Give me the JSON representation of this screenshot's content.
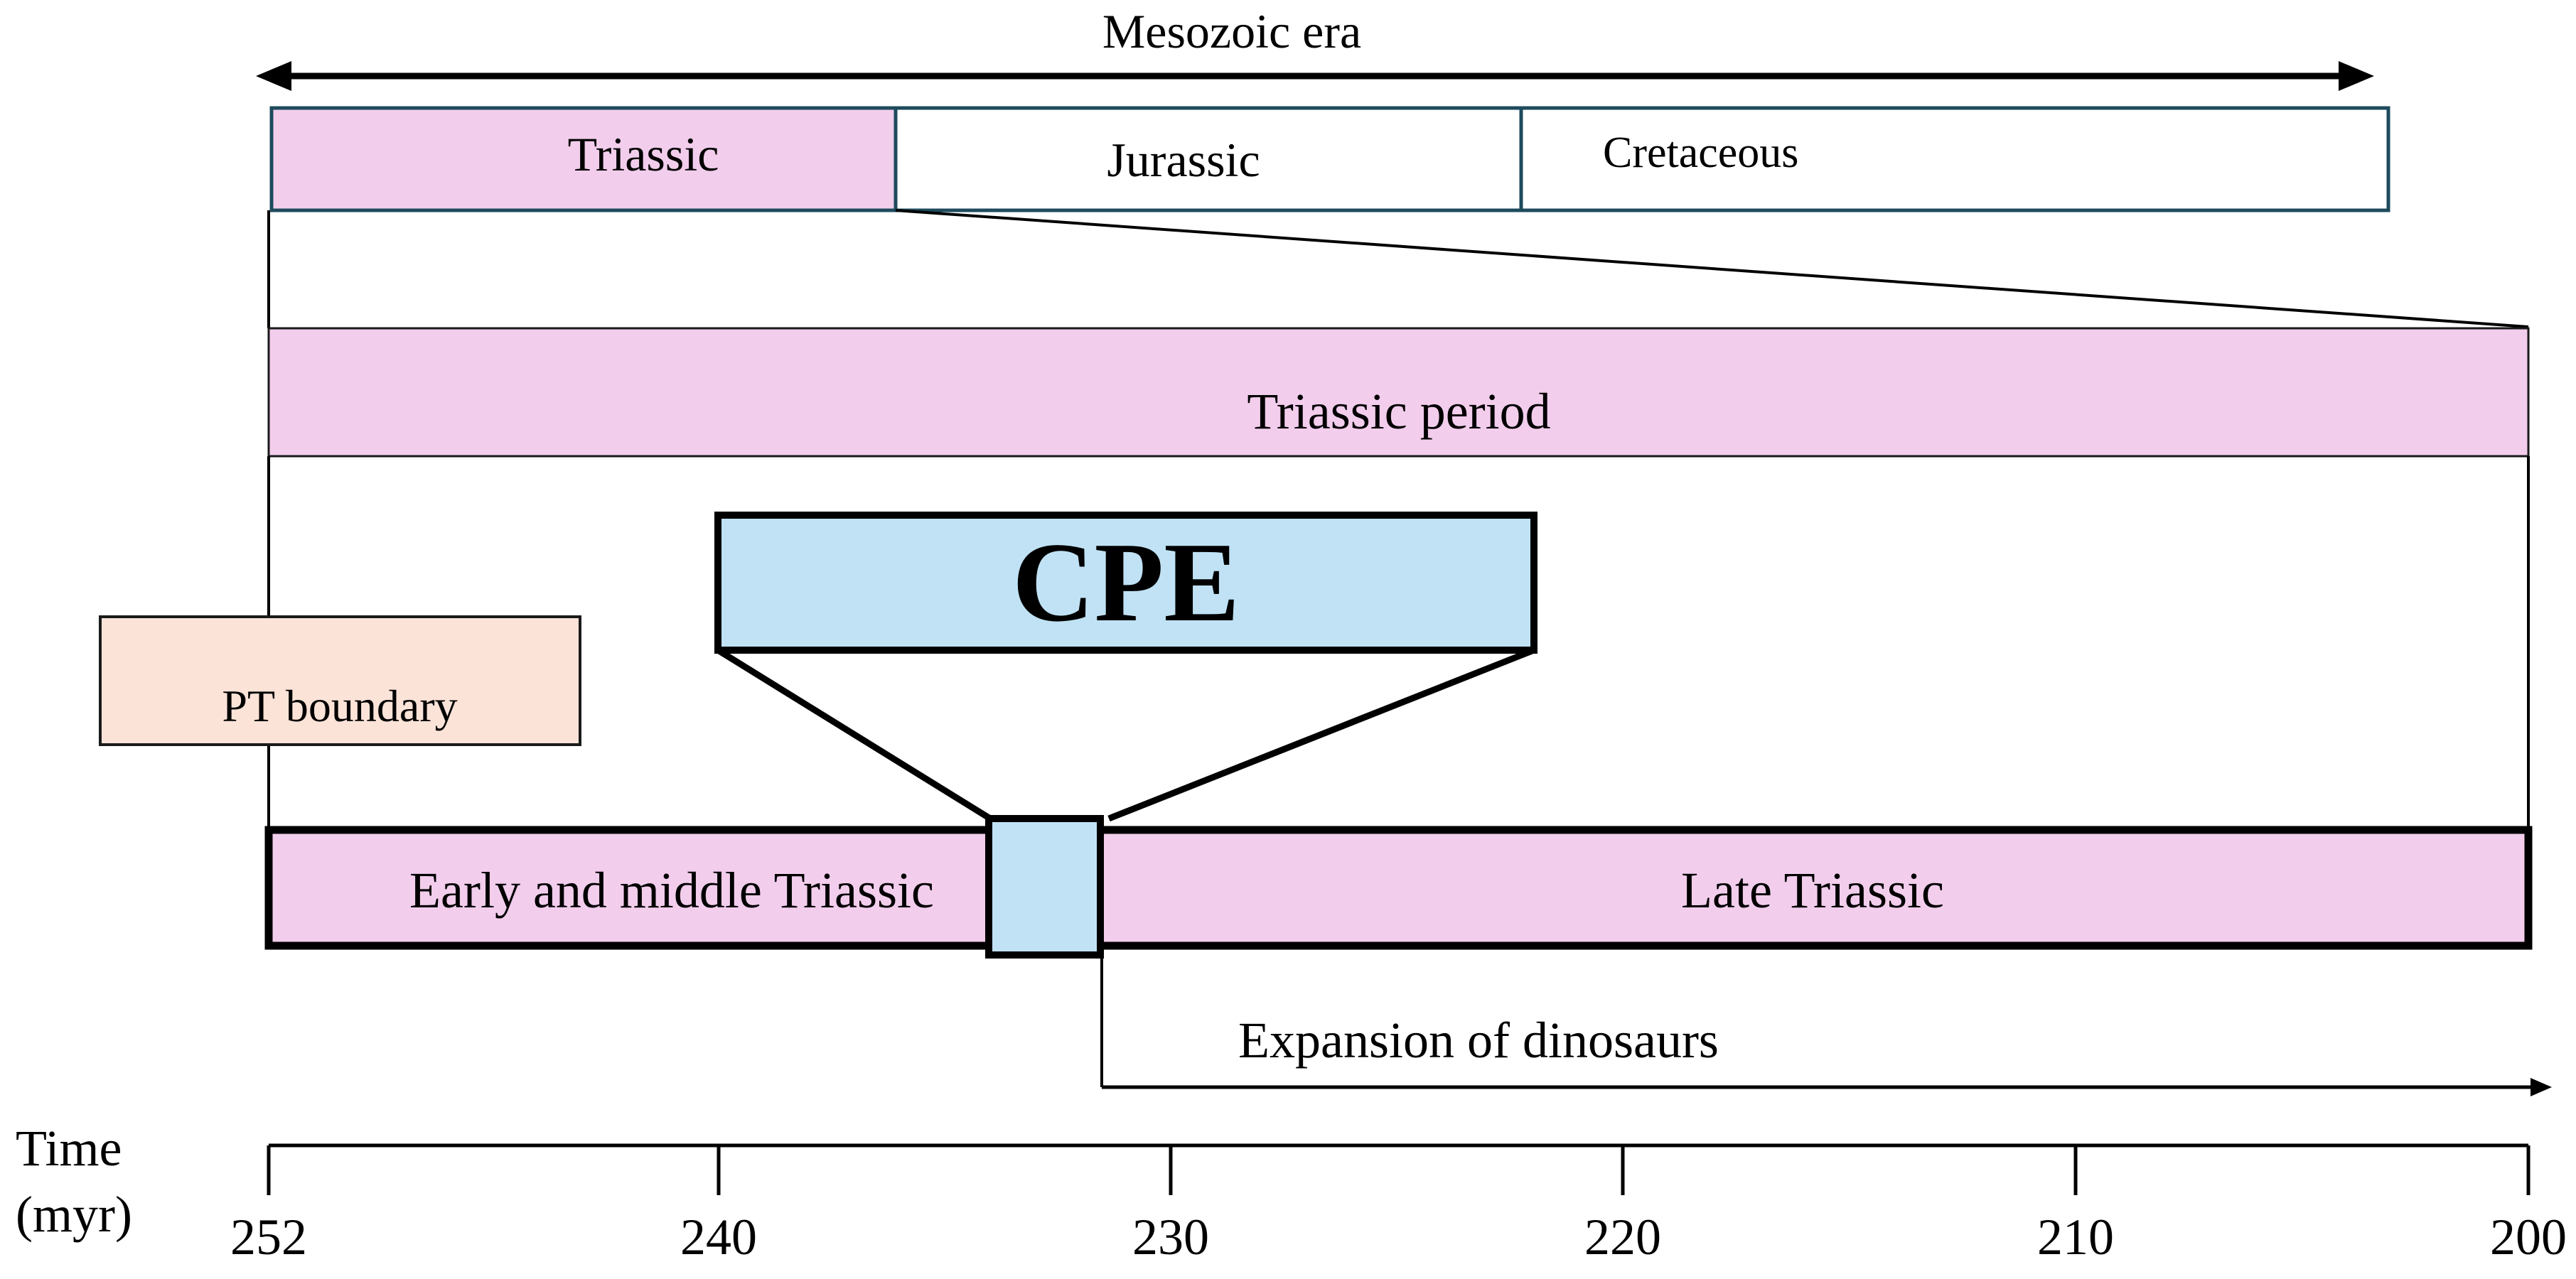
{
  "era": {
    "label": "Mesozoic era"
  },
  "periods": [
    {
      "label": "Triassic",
      "color": "#f2cdec"
    },
    {
      "label": "Jurassic",
      "color": "#ffffff"
    },
    {
      "label": "Cretaceous",
      "color": "#ffffff"
    }
  ],
  "triassic_period": {
    "label": "Triassic period",
    "color": "#f2cdec"
  },
  "cpe": {
    "label": "CPE",
    "color": "#c0e2f4"
  },
  "pt_boundary": {
    "label": "PT boundary",
    "color": "#fbe3d8"
  },
  "subdivisions": {
    "early_middle": "Early and middle Triassic",
    "late": "Late Triassic"
  },
  "dinosaurs": {
    "label": "Expansion of dinosaurs"
  },
  "time_axis": {
    "label_line1": "Time",
    "label_line2": "(myr)",
    "ticks": [
      "252",
      "240",
      "230",
      "220",
      "210",
      "200"
    ]
  },
  "colors": {
    "border_dark": "#1e4a5c",
    "line": "#000000"
  }
}
